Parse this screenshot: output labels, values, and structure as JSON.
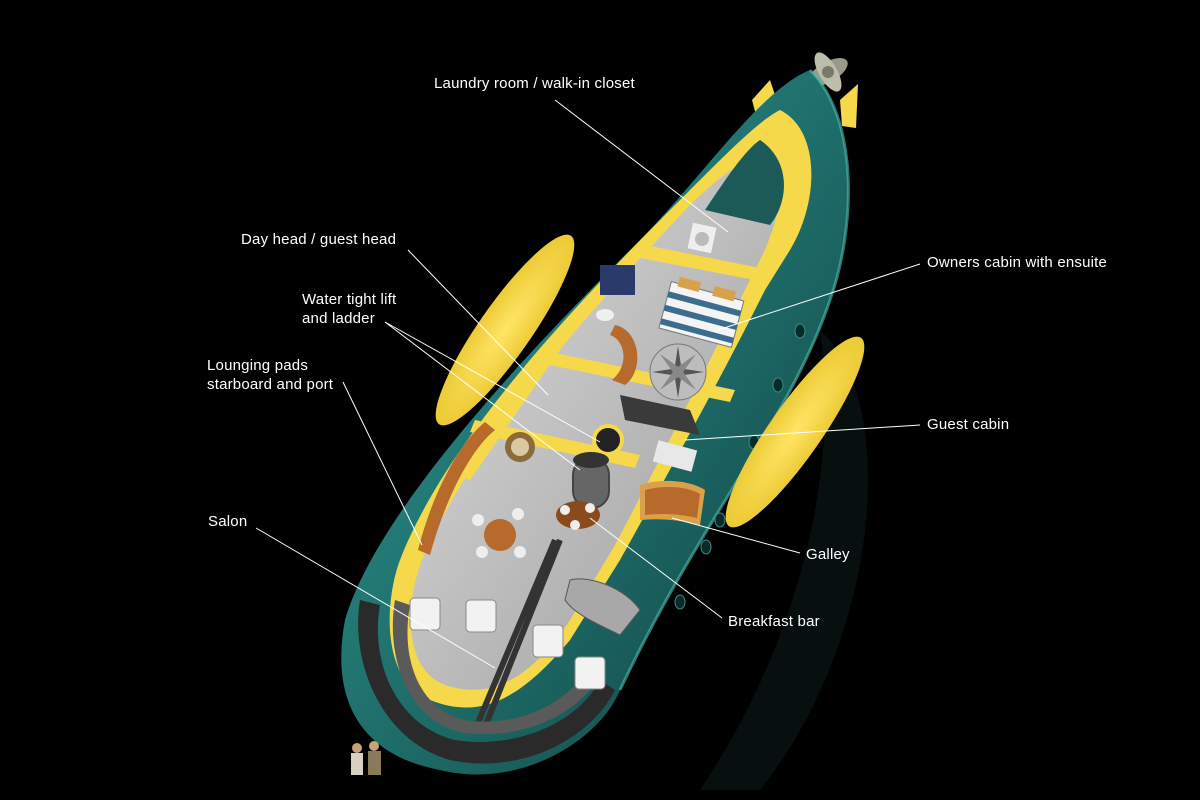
{
  "labels": {
    "laundry": "Laundry room / walk-in closet",
    "day_head": "Day head / guest head",
    "owners_cabin": "Owners cabin with ensuite",
    "lift_line1": "Water tight lift",
    "lift_line2": "and ladder",
    "lounging_line1": "Lounging pads",
    "lounging_line2": "starboard and port",
    "guest_cabin": "Guest cabin",
    "salon": "Salon",
    "galley": "Galley",
    "breakfast_bar": "Breakfast bar"
  },
  "colors": {
    "background": "#000000",
    "hull": "#1f6f6c",
    "hull_edge": "#2f9a92",
    "structure_yellow": "#f5d94a",
    "floor": "#c9c9c9",
    "deck_dark": "#2a2a2a",
    "label_text": "#ffffff",
    "leader_line": "#ffffff"
  }
}
